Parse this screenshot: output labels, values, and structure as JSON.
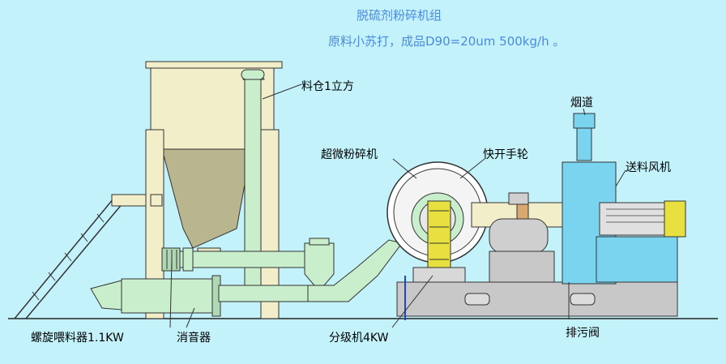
{
  "title": {
    "line1": "脱硫剂粉碎机组",
    "line2": "原料小苏打，成品D90=20um  500kg/h 。"
  },
  "labels": {
    "silo": "料仓1立方",
    "mill": "超微粉碎机",
    "handwheel": "快开手轮",
    "flue": "烟道",
    "fan": "送料风机",
    "screw": "螺旋喂料器1.1KW",
    "silencer": "消音器",
    "classifier": "分级机4KW",
    "drain": "排污阀"
  },
  "colors": {
    "background": "#c4f2fb",
    "title": "#4a8be0",
    "silo": "#f2eeca",
    "pipe": "#c8eecb",
    "blower": "#7ad4f0",
    "motor": "#cfcfcf",
    "base": "#c8c8c8",
    "classifier": "#e8e040"
  }
}
